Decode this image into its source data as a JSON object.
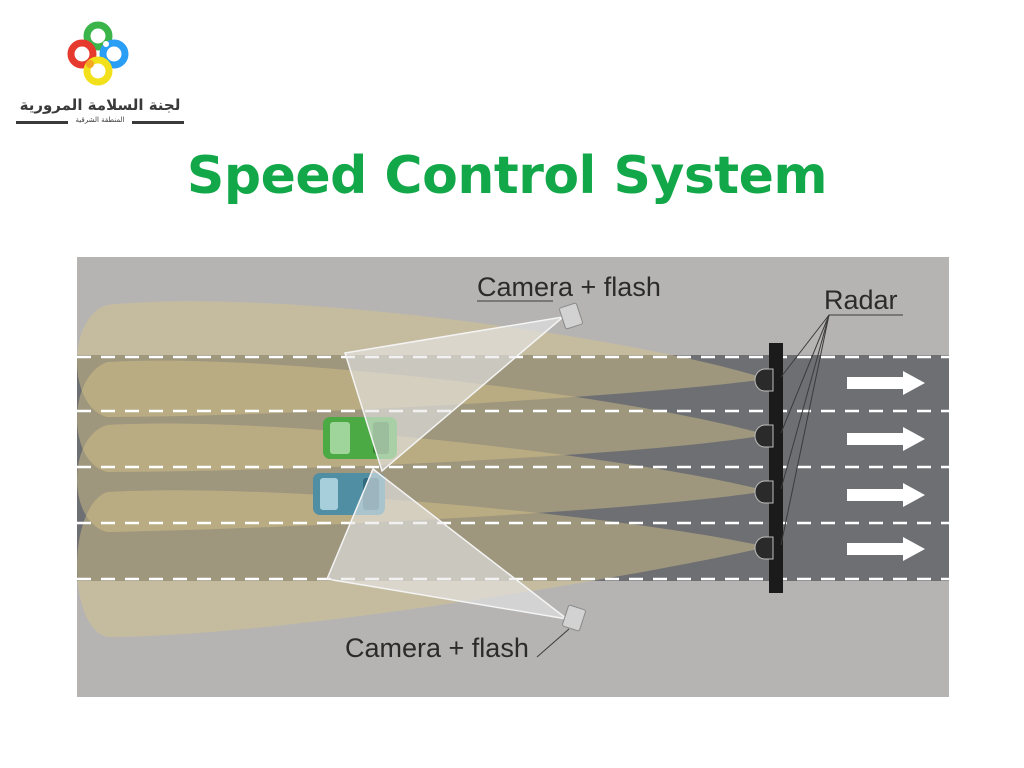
{
  "logo": {
    "name_ar": "لجنة السلامة المرورية",
    "subtitle_ar": "المنطقة الشرقية",
    "colors": [
      "#e63a2e",
      "#f5a623",
      "#2a9df4",
      "#3bb54a",
      "#f2e01b"
    ]
  },
  "title": "Speed Control System",
  "diagram": {
    "labels": {
      "camera_top": "Camera + flash",
      "camera_bottom": "Camera + flash",
      "radar": "Radar"
    },
    "lane_count": 4,
    "colors": {
      "shoulder": "#b5b4b3",
      "road": "#6d6f73",
      "beam": "#d9c68a",
      "camera_cone": "#e8e8ea",
      "car_green": "#4caa45",
      "car_teal": "#4f8ea3",
      "title": "#12a84a"
    }
  }
}
